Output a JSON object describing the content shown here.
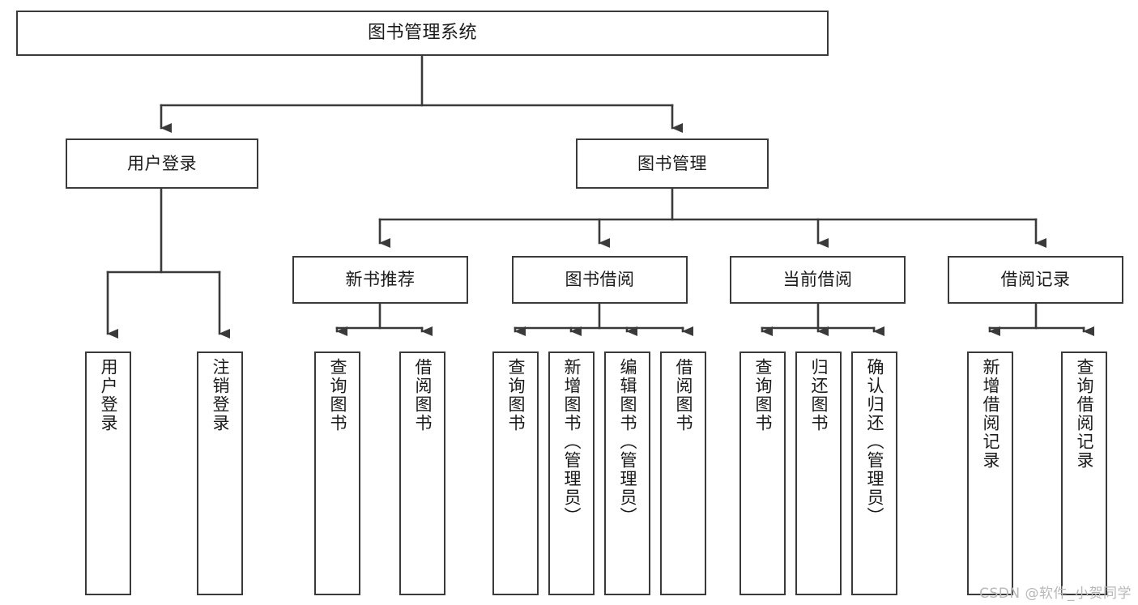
{
  "diagram": {
    "type": "hierarchy-tree",
    "title": "图书管理系统",
    "orientation": "top-down",
    "colors": {
      "box_border": "#3a3a3a",
      "box_fill": "#ffffff",
      "edge": "#3a3a3a",
      "text": "#1a1a1a",
      "watermark": "#b8b8b8",
      "background": "#ffffff"
    },
    "root": {
      "id": "root",
      "label": "图书管理系统"
    },
    "level2": [
      {
        "id": "user-login",
        "label": "用户登录"
      },
      {
        "id": "book-manage",
        "label": "图书管理"
      }
    ],
    "level3": [
      {
        "id": "new-book-recommend",
        "label": "新书推荐",
        "parent": "book-manage"
      },
      {
        "id": "book-borrow",
        "label": "图书借阅",
        "parent": "book-manage"
      },
      {
        "id": "current-borrow",
        "label": "当前借阅",
        "parent": "book-manage"
      },
      {
        "id": "borrow-record",
        "label": "借阅记录",
        "parent": "book-manage"
      }
    ],
    "leaves": [
      {
        "id": "leaf-user-login",
        "label": "用户登录",
        "parent": "user-login"
      },
      {
        "id": "leaf-user-logout",
        "label": "注销登录",
        "parent": "user-login"
      },
      {
        "id": "leaf-query-book-1",
        "label": "查询图书",
        "parent": "new-book-recommend"
      },
      {
        "id": "leaf-borrow-book-1",
        "label": "借阅图书",
        "parent": "new-book-recommend"
      },
      {
        "id": "leaf-query-book-2",
        "label": "查询图书",
        "parent": "book-borrow"
      },
      {
        "id": "leaf-add-book",
        "label": "新增图书（管理员）",
        "parent": "book-borrow"
      },
      {
        "id": "leaf-edit-book",
        "label": "编辑图书（管理员）",
        "parent": "book-borrow"
      },
      {
        "id": "leaf-borrow-book-2",
        "label": "借阅图书",
        "parent": "book-borrow"
      },
      {
        "id": "leaf-query-book-3",
        "label": "查询图书",
        "parent": "current-borrow"
      },
      {
        "id": "leaf-return-book",
        "label": "归还图书",
        "parent": "current-borrow"
      },
      {
        "id": "leaf-confirm-return",
        "label": "确认归还（管理员）",
        "parent": "current-borrow"
      },
      {
        "id": "leaf-add-record",
        "label": "新增借阅记录",
        "parent": "borrow-record"
      },
      {
        "id": "leaf-query-record",
        "label": "查询借阅记录",
        "parent": "borrow-record"
      }
    ]
  },
  "watermark": {
    "text": "CSDN @软件_小贺同学"
  }
}
